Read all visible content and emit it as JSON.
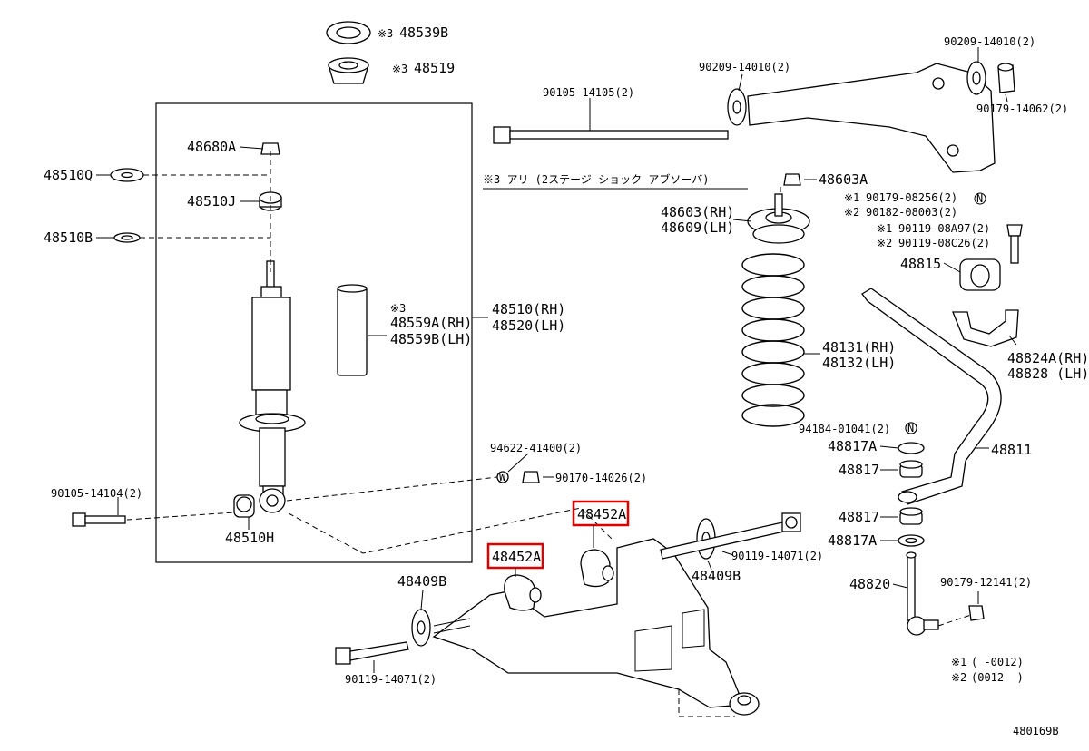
{
  "diagram_id": "480169B",
  "note_header": "※3 アリ (2ステージ ショック アブソーバ)",
  "legend": {
    "line1_marker": "※1",
    "line1_text": "( -0012)",
    "line2_marker": "※2",
    "line2_text": "(0012- )"
  },
  "labels": {
    "p48539B": "48539B",
    "p48539B_mark": "※3",
    "p48519": "48519",
    "p48519_mark": "※3",
    "p48680A": "48680A",
    "p48510Q": "48510Q",
    "p48510J": "48510J",
    "p48510B": "48510B",
    "p48559_mark": "※3",
    "p48559A": "48559A(RH)",
    "p48559B": "48559B(LH)",
    "p48510RH": "48510(RH)",
    "p48520LH": "48520(LH)",
    "p90105_14104": "90105-14104(2)",
    "p48510H": "48510H",
    "p94622": "94622-41400(2)",
    "p90170": "90170-14026(2)",
    "p90105_14105": "90105-14105(2)",
    "p90209_a": "90209-14010(2)",
    "p90209_b": "90209-14010(2)",
    "p90179_14062": "90179-14062(2)",
    "p48603A": "48603A",
    "p48603RH": "48603(RH)",
    "p48609LH": "48609(LH)",
    "p90179_08256": "90179-08256(2)",
    "p90179_08256_mark": "※1",
    "p90182": "90182-08003(2)",
    "p90182_mark": "※2",
    "p90119_08A97": "90119-08A97(2)",
    "p90119_08A97_mark": "※1",
    "p90119_08C26": "90119-08C26(2)",
    "p90119_08C26_mark": "※2",
    "p48815": "48815",
    "p48824A": "48824A(RH)",
    "p48828": "48828 (LH)",
    "p48131": "48131(RH)",
    "p48132": "48132(LH)",
    "p94184": "94184-01041(2)",
    "p48817A_top": "48817A",
    "p48811": "48811",
    "p48817_top": "48817",
    "p48452A_right": "48452A",
    "p48452A_left": "48452A",
    "p48817_bot": "48817",
    "p48817A_bot": "48817A",
    "p90119_14071_right": "90119-14071(2)",
    "p48409B_right": "48409B",
    "p48820": "48820",
    "p90179_12141": "90179-12141(2)",
    "p48409B_left": "48409B",
    "p90119_14071_left": "90119-14071(2)",
    "n_mark": "N"
  },
  "highlight_color": "#e00000"
}
